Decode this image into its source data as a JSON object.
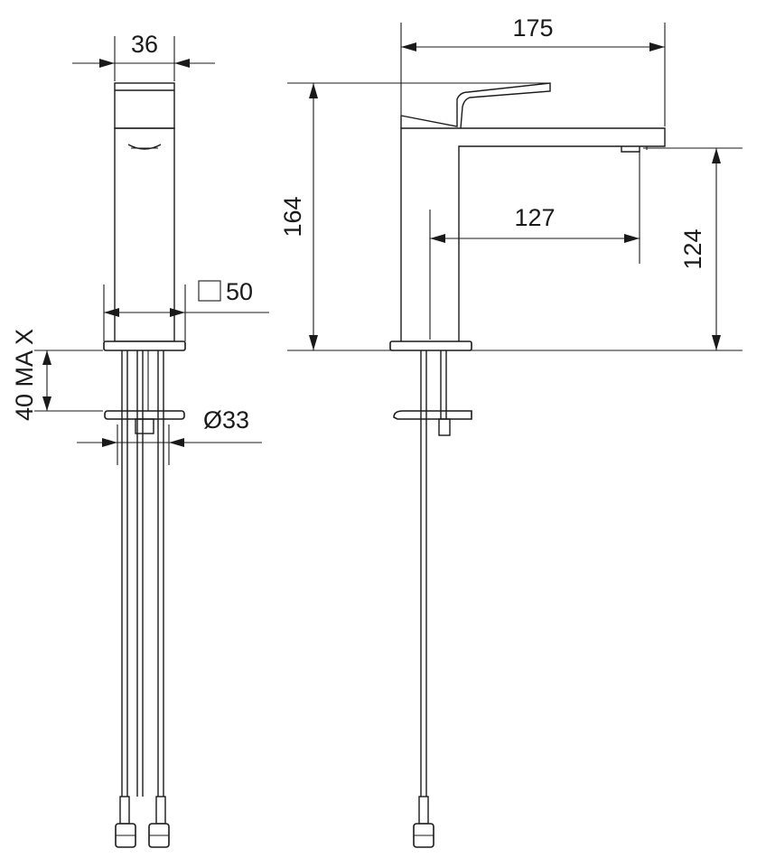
{
  "diagram": {
    "side_view": {
      "width_top": "36",
      "square_base": "50",
      "max_thickness": "40 MA X",
      "hole_diameter": "Ø33"
    },
    "front_view": {
      "overall_length": "175",
      "overall_height": "164",
      "spout_reach": "127",
      "spout_height": "124"
    }
  }
}
